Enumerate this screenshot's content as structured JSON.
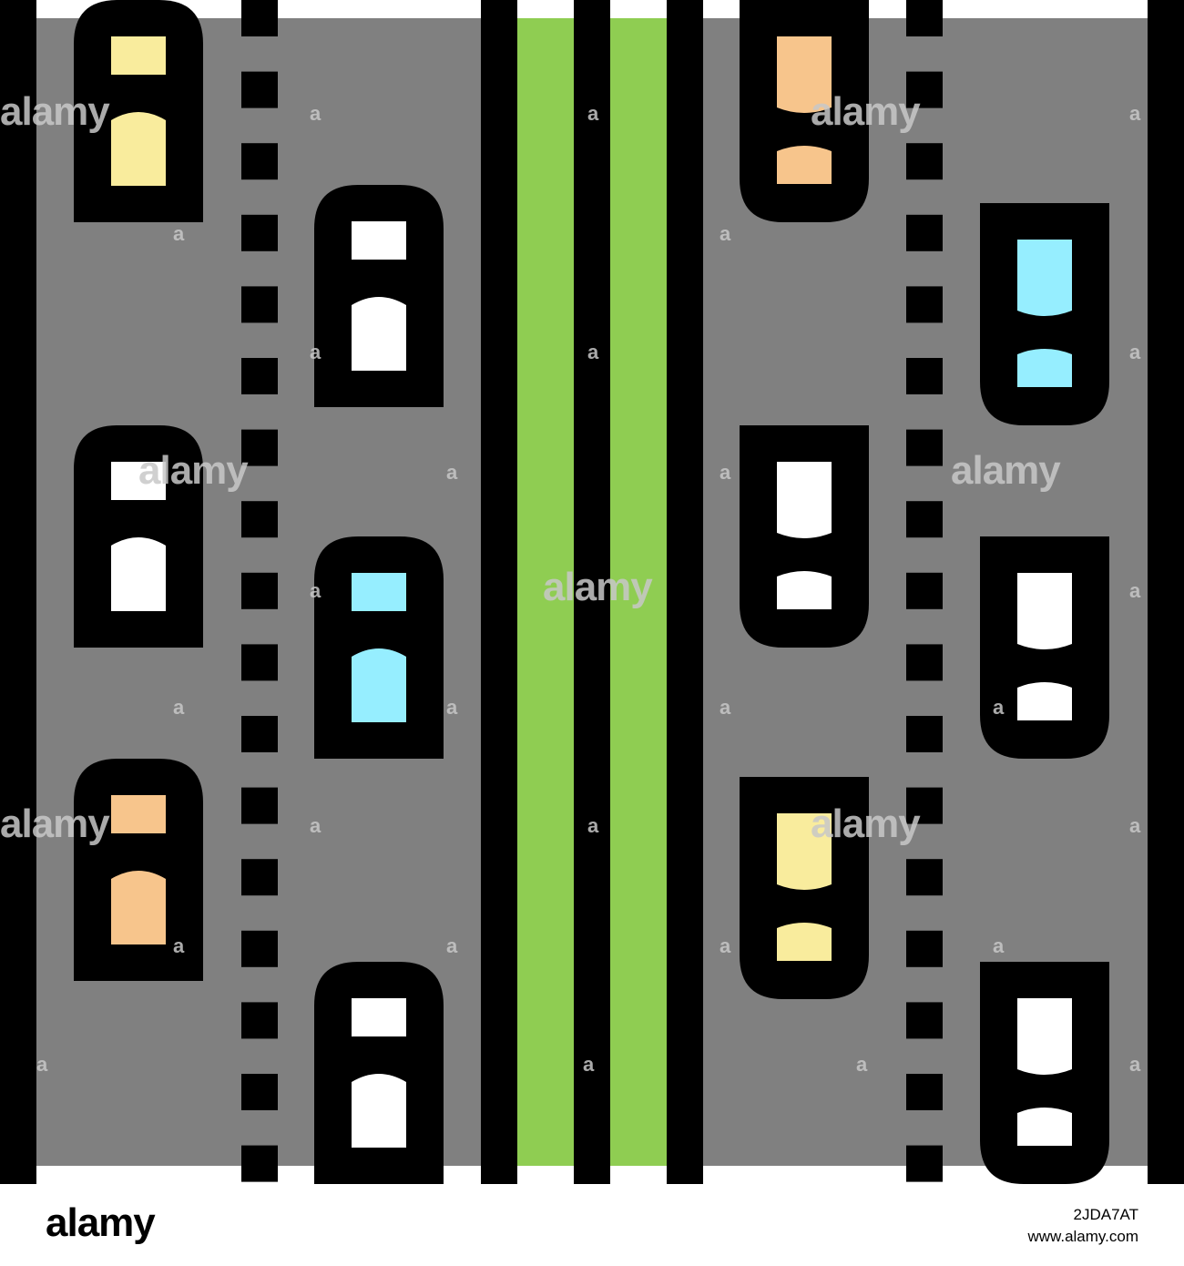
{
  "colors": {
    "road": "#808080",
    "outline": "#000000",
    "median": "#8fcd52",
    "edge_line": "#ffffff",
    "car_yellow": "#f9ec9d",
    "car_orange": "#f7c58c",
    "car_white": "#ffffff",
    "car_blue": "#96eeff"
  },
  "icon": "road-with-traffic-icon",
  "watermark": {
    "text": "alamy",
    "mark": "a"
  },
  "footer": {
    "brand": "alamy",
    "image_id": "2JDA7AT",
    "site": "www.alamy.com"
  }
}
